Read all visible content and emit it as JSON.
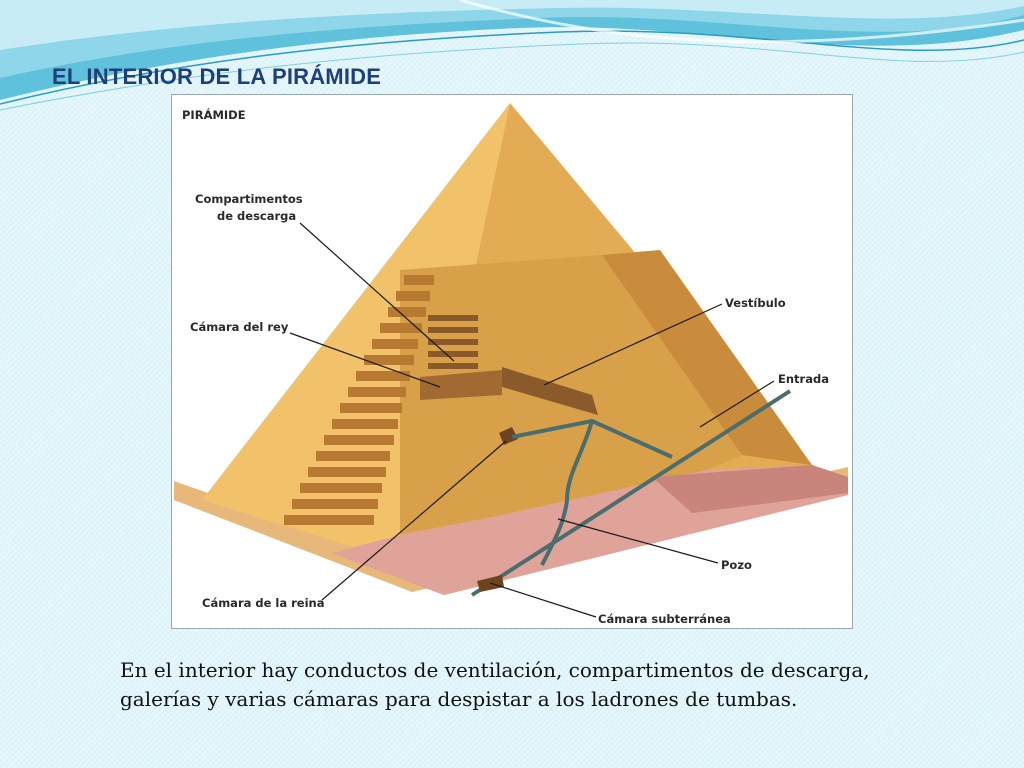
{
  "slide": {
    "title": "EL INTERIOR DE LA PIRÁMIDE",
    "caption_lines": [
      "En el interior hay conductos de ventilación, compartimentos de descarga,",
      "galerías y varias cámaras para despistar a los ladrones de tumbas."
    ]
  },
  "diagram": {
    "heading": "PIRÁMIDE",
    "labels": {
      "relief_chambers": [
        "Compartimentos",
        "de descarga"
      ],
      "kings_chamber": "Cámara del rey",
      "vestibule": "Vestíbulo",
      "entrance": "Entrada",
      "shaft": "Pozo",
      "queens_chamber": "Cámara de la reina",
      "subterranean_chamber": "Cámara subterránea"
    }
  },
  "colors": {
    "title": "#1f3f78",
    "pyramid_light": "#f2c26a",
    "pyramid_shade": "#d9a04a",
    "ground": "#d99a92",
    "wave": "#4bb5d3"
  }
}
